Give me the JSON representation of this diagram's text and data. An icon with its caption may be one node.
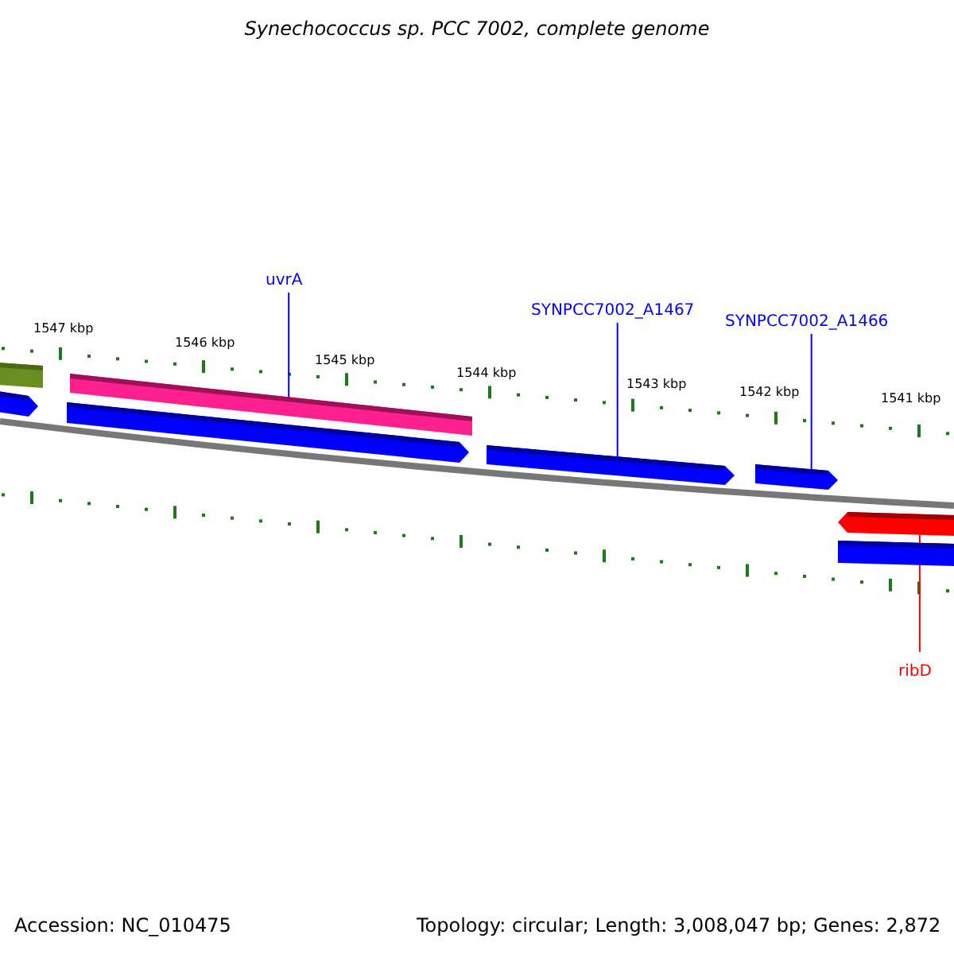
{
  "diagram": {
    "title": "Synechococcus sp. PCC 7002, complete genome",
    "nodes": [
      {
        "text": [
          "uvrA"
        ]
      },
      {
        "text": [],
        "shape": "bar"
      },
      {
        "text": [
          "SYNPCC7002_A1467"
        ]
      },
      {
        "text": [],
        "shape": "bar"
      },
      {
        "text": [
          "SYNPCC7002_A1466"
        ]
      },
      {
        "text": [],
        "shape": "bar"
      },
      {
        "text": [
          "ribD"
        ]
      },
      {
        "text": [],
        "shape": "bar"
      }
    ],
    "edges": [
      {
        "from": 0,
        "to": 1,
        "arrow": "none"
      },
      {
        "from": 2,
        "to": 3,
        "arrow": "none"
      },
      {
        "from": 4,
        "to": 5,
        "arrow": "none"
      },
      {
        "from": 6,
        "to": 7,
        "arrow": "none",
        "color": "#ff0000"
      }
    ],
    "labels": [
      "1547 kbp",
      "1546 kbp",
      "1545 kbp",
      "1544 kbp",
      "1543 kbp",
      "1542 kbp",
      "1541 kbp",
      "Accession: NC_010475",
      "Topology: circular; Length: 3,008,047 bp; Genes: 2,872"
    ]
  }
}
